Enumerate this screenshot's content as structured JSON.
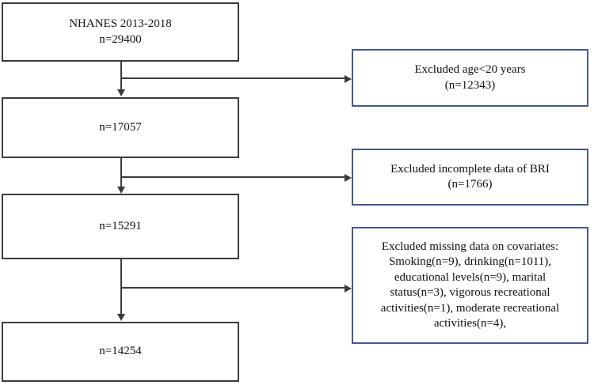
{
  "figure": {
    "type": "flowchart",
    "title": "NHANES participant selection flow diagram",
    "colors": {
      "main_box_border": "#3b3b3b",
      "excluded_box_border": "#44598c",
      "connector": "#3b3b3b",
      "text": "#111111",
      "background": "#ffffff"
    }
  },
  "main_nodes": [
    {
      "id": "source",
      "label": "NHANES 2013-2018\nn=29400",
      "line1": "NHANES 2013-2018",
      "line2": "n=29400",
      "count": 29400
    },
    {
      "id": "after-age",
      "label": "n=17057",
      "count": 17057
    },
    {
      "id": "after-bri",
      "label": "n=15291",
      "count": 15291
    },
    {
      "id": "final-sample",
      "label": "n=14254",
      "count": 14254
    }
  ],
  "excluded_nodes": [
    {
      "id": "excluded-age",
      "label": "Excluded age<20 years\n(n=12343)",
      "line1": "Excluded age<20 years",
      "line2": "(n=12343)",
      "count": 12343
    },
    {
      "id": "excluded-bri",
      "label": "Excluded incomplete data of BRI\n(n=1766)",
      "line1": "Excluded incomplete data of BRI",
      "line2": "(n=1766)",
      "count": 1766
    },
    {
      "id": "excluded-covariates",
      "label": "Excluded missing data on covariates:\nSmoking(n=9), drinking(n=1011),\neducational levels(n=9), marital\nstatus(n=3), vigorous recreational\nactivities(n=1), moderate recreational\nactivities(n=4),",
      "heading": "Excluded missing data on covariates:",
      "items": [
        {
          "name": "Smoking",
          "count": 9
        },
        {
          "name": "drinking",
          "count": 1011
        },
        {
          "name": "educational levels",
          "count": 9
        },
        {
          "name": "marital status",
          "count": 3
        },
        {
          "name": "vigorous recreational activities",
          "count": 1
        },
        {
          "name": "moderate recreational activities",
          "count": 4
        }
      ]
    }
  ],
  "connectors": [
    {
      "id": "connector-source-to-after-age",
      "kind": "arrow-down"
    },
    {
      "id": "connector-branch-excluded-age",
      "kind": "arrow-right"
    },
    {
      "id": "connector-after-age-to-after-bri",
      "kind": "arrow-down"
    },
    {
      "id": "connector-branch-excluded-bri",
      "kind": "arrow-right"
    },
    {
      "id": "connector-after-bri-to-final",
      "kind": "arrow-down"
    },
    {
      "id": "connector-branch-excluded-covariates",
      "kind": "arrow-right"
    }
  ]
}
